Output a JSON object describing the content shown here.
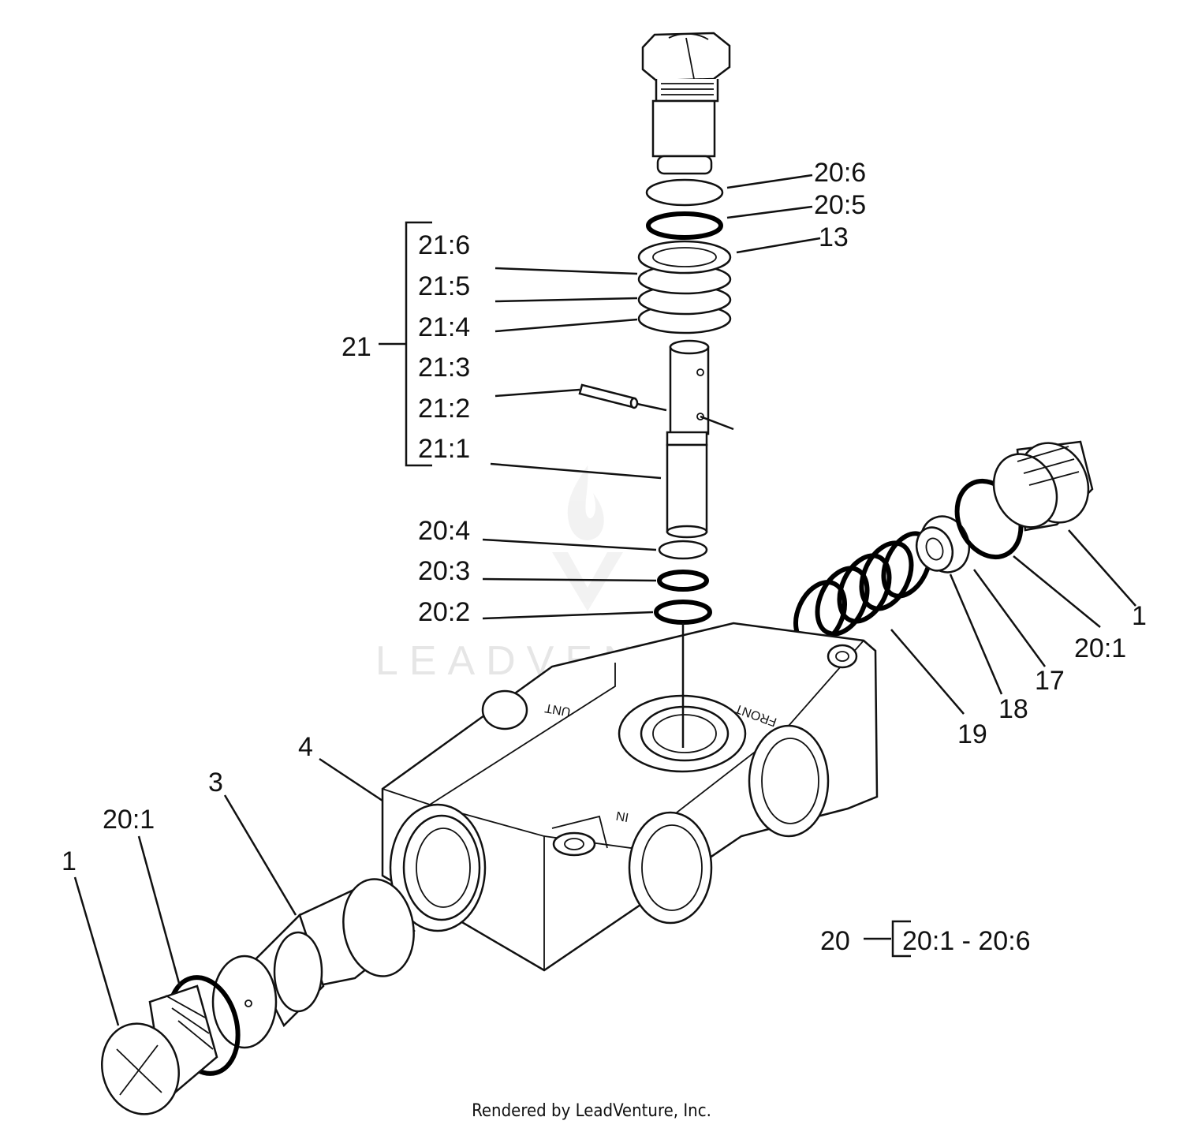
{
  "watermark": "LEADVENTURE",
  "footer": "Rendered by LeadVenture, Inc.",
  "callouts": {
    "c20_6": "20:6",
    "c20_5": "20:5",
    "c13": "13",
    "c21_6": "21:6",
    "c21_5": "21:5",
    "c21_4": "21:4",
    "c21": "21",
    "c21_3": "21:3",
    "c21_2": "21:2",
    "c21_1": "21:1",
    "c20_4": "20:4",
    "c20_3": "20:3",
    "c20_2": "20:2",
    "c1_right": "1",
    "c20_1_right": "20:1",
    "c17": "17",
    "c18": "18",
    "c19": "19",
    "c4": "4",
    "c3": "3",
    "c20_1_left": "20:1",
    "c1_left": "1",
    "c20": "20",
    "c20_range": "20:1 - 20:6"
  },
  "casting_marks": {
    "port_left": "UNT",
    "port_right": "FRONT",
    "front_face": "IN"
  }
}
